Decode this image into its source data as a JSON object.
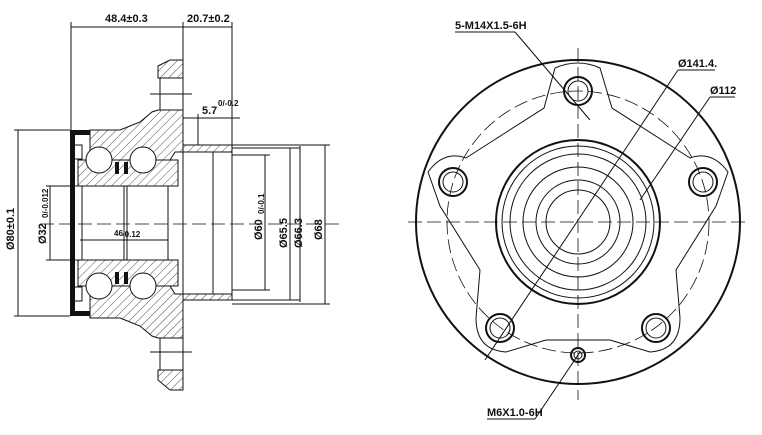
{
  "side_view": {
    "dim_width_left": "48.4±0.3",
    "dim_width_flange": "20.7±0.2",
    "dim_flange_thickness": "5.7",
    "dim_flange_thickness_tol": "0/-0.2",
    "dim_outer_dia": "Ø80±0.1",
    "dim_bore_dia": "Ø32",
    "dim_bore_tol": "0/-0.012",
    "dim_bearing_width": "46",
    "dim_bearing_width_tol": "-0.12",
    "dim_pilot_1": "Ø60",
    "dim_pilot_2": "Ø65.5",
    "dim_pilot_3": "Ø66.3",
    "dim_pilot_4": "Ø68",
    "dim_pilot_tol": "0/-0.1"
  },
  "front_view": {
    "stud_thread": "5-M14X1.5-6H",
    "outer_dia": "Ø141.4.",
    "bolt_circle": "Ø112",
    "screw_thread": "M6X1.0-6H"
  }
}
